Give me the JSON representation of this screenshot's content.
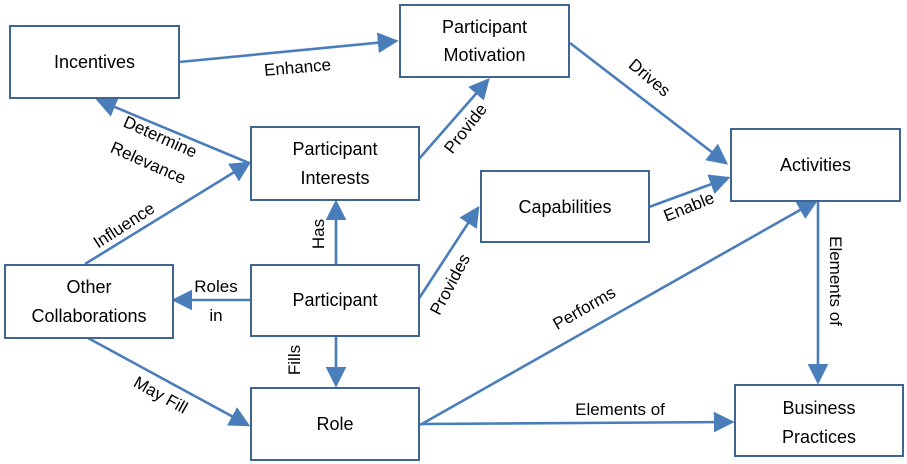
{
  "colors": {
    "box_border": "#3f6592",
    "arrow": "#4a7ebb",
    "text": "#000000"
  },
  "nodes": {
    "incentives": {
      "line1": "Incentives"
    },
    "motivation": {
      "line1": "Participant",
      "line2": "Motivation"
    },
    "interests": {
      "line1": "Participant",
      "line2": "Interests"
    },
    "activities": {
      "line1": "Activities"
    },
    "capabilities": {
      "line1": "Capabilities"
    },
    "other": {
      "line1": "Other",
      "line2": "Collaborations"
    },
    "participant": {
      "line1": "Participant"
    },
    "role": {
      "line1": "Role"
    },
    "practices": {
      "line1": "Business",
      "line2": "Practices"
    }
  },
  "edges": {
    "enhance": "Enhance",
    "drives": "Drives",
    "provide": "Provide",
    "determine_line1": "Determine",
    "determine_line2": "Relevance",
    "influence": "Influence",
    "has": "Has",
    "enable": "Enable",
    "provides": "Provides",
    "roles_line1": "Roles",
    "roles_line2": "in",
    "performs": "Performs",
    "elements_of_vertical": "Elements of",
    "fills": "Fills",
    "may_fill": "May Fill",
    "elements_of_horizontal": "Elements of"
  }
}
